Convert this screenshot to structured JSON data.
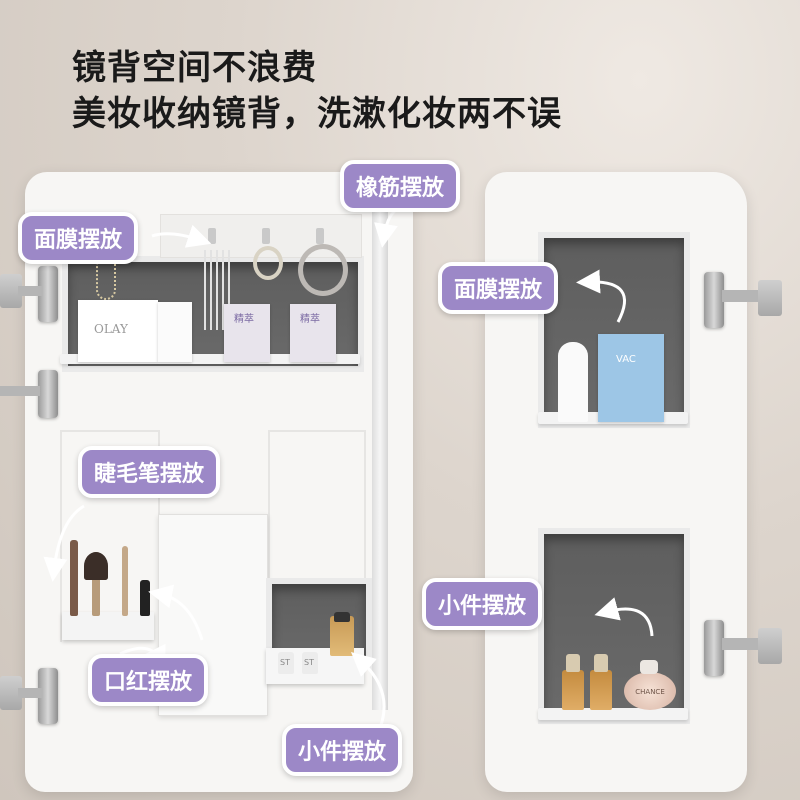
{
  "headline": {
    "line1": "镜背空间不浪费",
    "line2": "美妆收纳镜背，洗漱化妆两不误"
  },
  "labels": {
    "rubber_band": "橡筋摆放",
    "mask_left": "面膜摆放",
    "eyelash_pen": "睫毛笔摆放",
    "lipstick": "口红摆放",
    "small_items_left": "小件摆放",
    "mask_right": "面膜摆放",
    "small_items_right": "小件摆放"
  },
  "product_text": {
    "olay": "OLAY",
    "mask_pack": "精萃",
    "right_mask_box": "VAC",
    "perfume": "CHANCE",
    "small_bottle": "ST"
  },
  "colors": {
    "label_bg": "#9c88c7",
    "panel": "#f7f6f4",
    "recess": "#5e5e5e",
    "background": "#ddd5cd"
  }
}
